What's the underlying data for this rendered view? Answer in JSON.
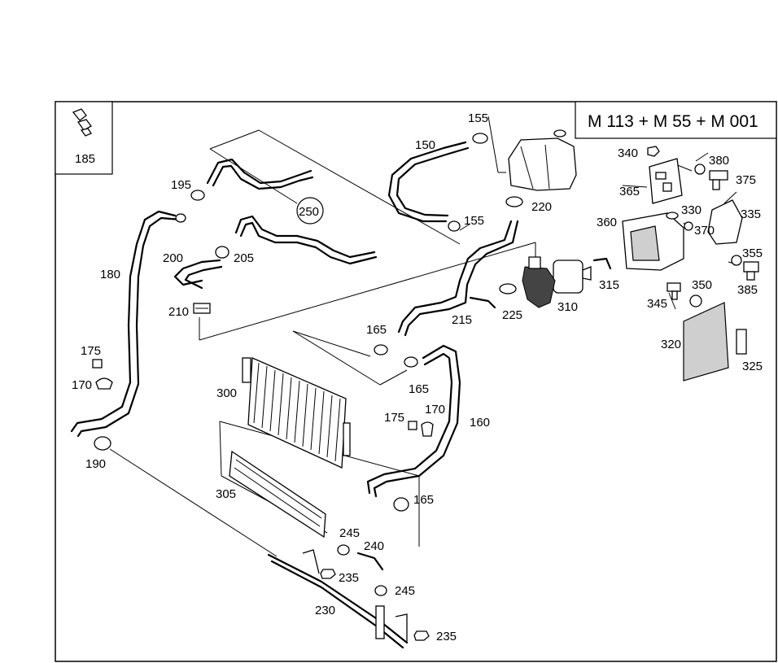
{
  "title_box": {
    "text": "M 113 + M 55 + M 001"
  },
  "callouts": [
    {
      "id": "c185",
      "text": "185"
    },
    {
      "id": "c195",
      "text": "195"
    },
    {
      "id": "c250",
      "text": "250"
    },
    {
      "id": "c180",
      "text": "180"
    },
    {
      "id": "c200",
      "text": "200"
    },
    {
      "id": "c205",
      "text": "205"
    },
    {
      "id": "c210",
      "text": "210"
    },
    {
      "id": "c175a",
      "text": "175"
    },
    {
      "id": "c170a",
      "text": "170"
    },
    {
      "id": "c190",
      "text": "190"
    },
    {
      "id": "c155a",
      "text": "155"
    },
    {
      "id": "c150",
      "text": "150"
    },
    {
      "id": "c155b",
      "text": "155"
    },
    {
      "id": "c220",
      "text": "220"
    },
    {
      "id": "c340",
      "text": "340"
    },
    {
      "id": "c380",
      "text": "380"
    },
    {
      "id": "c375",
      "text": "375"
    },
    {
      "id": "c365",
      "text": "365"
    },
    {
      "id": "c330",
      "text": "330"
    },
    {
      "id": "c335",
      "text": "335"
    },
    {
      "id": "c360",
      "text": "360"
    },
    {
      "id": "c370",
      "text": "370"
    },
    {
      "id": "c355",
      "text": "355"
    },
    {
      "id": "c385",
      "text": "385"
    },
    {
      "id": "c315",
      "text": "315"
    },
    {
      "id": "c350",
      "text": "350"
    },
    {
      "id": "c345",
      "text": "345"
    },
    {
      "id": "c310",
      "text": "310"
    },
    {
      "id": "c225",
      "text": "225"
    },
    {
      "id": "c215",
      "text": "215"
    },
    {
      "id": "c165a",
      "text": "165"
    },
    {
      "id": "c165b",
      "text": "165"
    },
    {
      "id": "c320",
      "text": "320"
    },
    {
      "id": "c325",
      "text": "325"
    },
    {
      "id": "c300",
      "text": "300"
    },
    {
      "id": "c175b",
      "text": "175"
    },
    {
      "id": "c170b",
      "text": "170"
    },
    {
      "id": "c160",
      "text": "160"
    },
    {
      "id": "c305",
      "text": "305"
    },
    {
      "id": "c165c",
      "text": "165"
    },
    {
      "id": "c245a",
      "text": "245"
    },
    {
      "id": "c240",
      "text": "240"
    },
    {
      "id": "c235a",
      "text": "235"
    },
    {
      "id": "c245b",
      "text": "245"
    },
    {
      "id": "c230",
      "text": "230"
    },
    {
      "id": "c235b",
      "text": "235"
    }
  ]
}
